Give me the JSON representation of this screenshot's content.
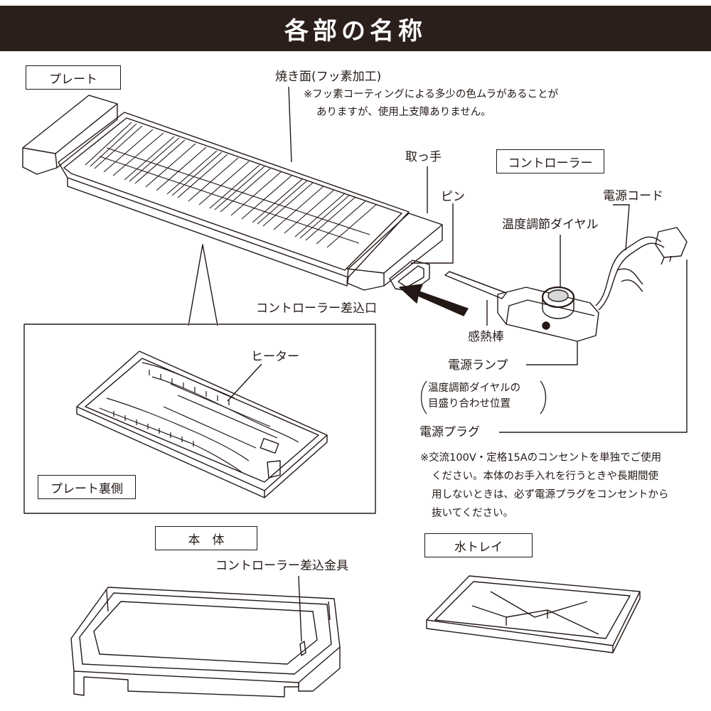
{
  "header": {
    "title": "各部の名称"
  },
  "sections": {
    "plate": "プレート",
    "controller": "コントローラー",
    "plate_back": "プレート裏側",
    "body": "本　体",
    "water_tray": "水トレイ"
  },
  "labels": {
    "cooking_surface": "焼き面(フッ素加工)",
    "cooking_note_line1": "※フッ素コーティングによる多少の色ムラがあることが",
    "cooking_note_line2": "ありますが、使用上支障ありません。",
    "handle": "取っ手",
    "pin": "ピン",
    "power_cord": "電源コード",
    "temp_dial": "温度調節ダイヤル",
    "controller_inlet": "コントローラー差込口",
    "sensor_rod": "感熱棒",
    "power_lamp": "電源ランプ",
    "lamp_note_line1": "温度調節ダイヤルの",
    "lamp_note_line2": "目盛り合わせ位置",
    "power_plug": "電源プラグ",
    "plug_note_line1": "※交流100V・定格15Aのコンセントを単独でご使用",
    "plug_note_line2": "ください。本体のお手入れを行うときや長期間使",
    "plug_note_line3": "用しないときは、必ず電源プラグをコンセントから",
    "plug_note_line4": "抜いてください。",
    "heater": "ヒーター",
    "controller_fitting": "コントローラー差込金具"
  },
  "colors": {
    "header_bg": "#2b1f1c",
    "ink": "#231815"
  }
}
